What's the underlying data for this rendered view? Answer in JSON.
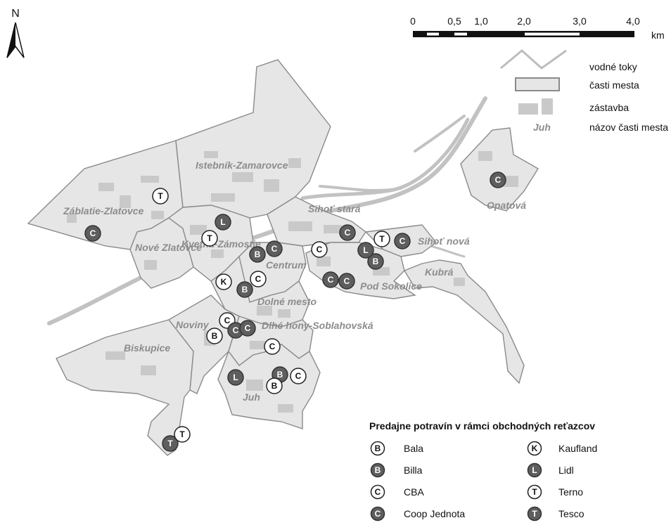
{
  "north_arrow": {
    "label": "N"
  },
  "scale_bar": {
    "unit": "km",
    "ticks": [
      {
        "label": "0",
        "value": 0
      },
      {
        "label": "0,5",
        "value": 0.5
      },
      {
        "label": "1,0",
        "value": 1.0
      },
      {
        "label": "2,0",
        "value": 2.0
      },
      {
        "label": "3,0",
        "value": 3.0
      },
      {
        "label": "4,0",
        "value": 4.0
      }
    ]
  },
  "map_key": [
    {
      "symbol": "river-symbol",
      "label": "vodné toky"
    },
    {
      "symbol": "district-symbol",
      "label": "časti mesta"
    },
    {
      "symbol": "buildings-symbol",
      "label": "zástavba"
    },
    {
      "symbol": "district-name-symbol",
      "sample": "Juh",
      "label": "názov časti mesta"
    }
  ],
  "districts": [
    "Záblatie-Zlatovce",
    "Istebník-Zamarovce",
    "Opatová",
    "Nové Zlatovce",
    "Kvetná-Zámostie",
    "Sihoť stará",
    "Sihoť nová",
    "Centrum",
    "Kubrá",
    "Pod Sokolice",
    "Dolné mesto",
    "Noviny",
    "Dlhé hony-Soblahovská",
    "Biskupice",
    "Juh"
  ],
  "store_legend": {
    "title": "Predajne potravín v rámci obchodných reťazcov",
    "items": [
      {
        "letter": "B",
        "fill": "white",
        "label": "Bala"
      },
      {
        "letter": "B",
        "fill": "dark",
        "label": "Billa"
      },
      {
        "letter": "C",
        "fill": "white",
        "label": "CBA"
      },
      {
        "letter": "C",
        "fill": "dark",
        "label": "Coop Jednota"
      },
      {
        "letter": "K",
        "fill": "white",
        "label": "Kaufland"
      },
      {
        "letter": "L",
        "fill": "dark",
        "label": "Lidl"
      },
      {
        "letter": "T",
        "fill": "white",
        "label": "Terno"
      },
      {
        "letter": "T",
        "fill": "dark",
        "label": "Tesco"
      }
    ]
  },
  "colors": {
    "district_fill": "#e6e6e6",
    "district_border": "#8a8a8a",
    "river": "#c2c2c2",
    "buildings": "#c9c9c9",
    "marker_dark": "#5e5e5e",
    "marker_light": "#ffffff",
    "label": "#8c8c8c"
  }
}
